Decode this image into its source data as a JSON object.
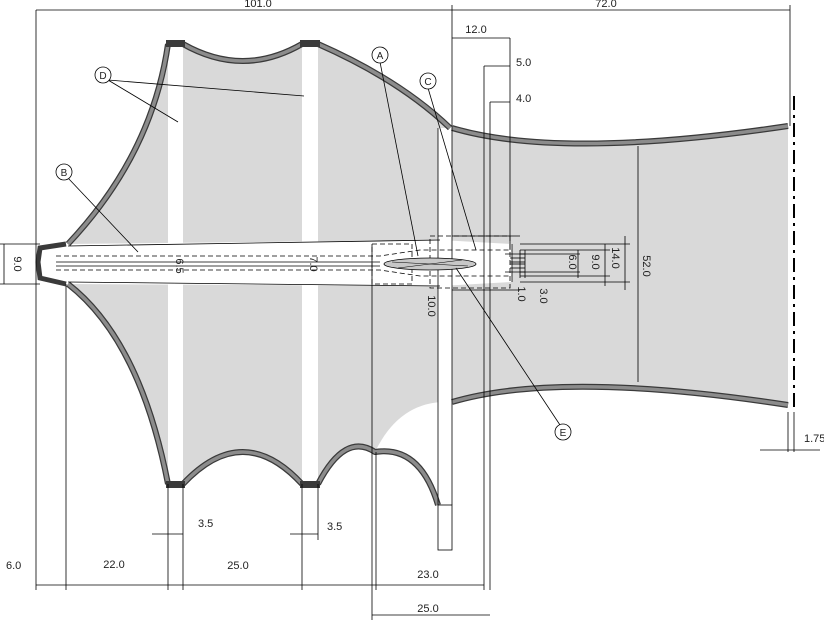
{
  "dimensions": {
    "top_left": "101.0",
    "top_right": "72.0",
    "d_12": "12.0",
    "d_5": "5.0",
    "d_4": "4.0",
    "d_9_left": "9.0",
    "d_6_5": "6.5",
    "d_7_0": "7.0",
    "d_10": "10.0",
    "d_1_0": "1.0",
    "d_3_0": "3.0",
    "d_6_0": "6.0",
    "d_9_0": "9.0",
    "d_14": "14.0",
    "d_52": "52.0",
    "d_1_75": "1.75",
    "d_3_5_a": "3.5",
    "d_3_5_b": "3.5",
    "d_6_bottom": "6.0",
    "d_22": "22.0",
    "d_25": "25.0",
    "d_23": "23.0",
    "d_25_b": "25.0"
  },
  "callouts": {
    "a": "A",
    "b": "B",
    "c": "C",
    "d": "D",
    "e": "E"
  }
}
